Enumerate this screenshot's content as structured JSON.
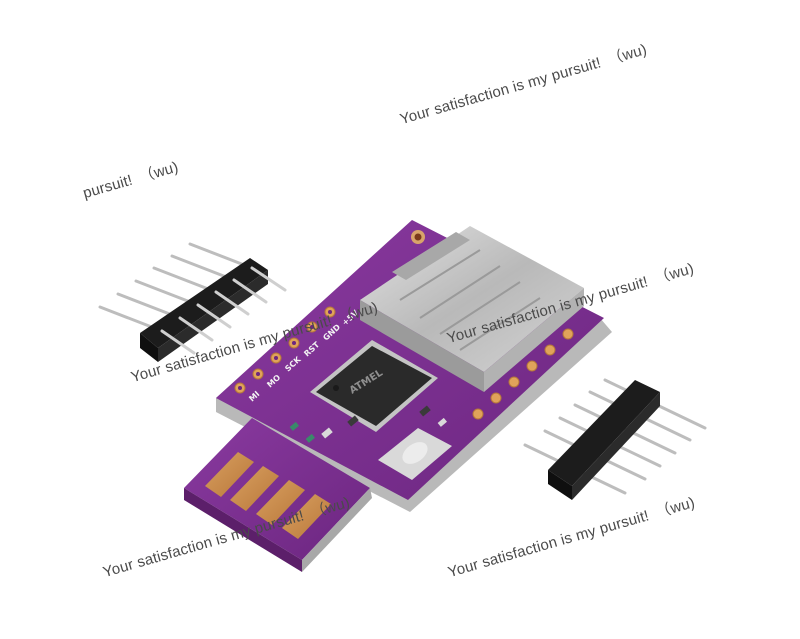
{
  "image": {
    "subject": "pcb-module-with-pin-headers",
    "colors": {
      "background": "#ffffff",
      "pcb": "#7a2f8c",
      "pcb_edge": "#5c1f6a",
      "gold": "#c98a4a",
      "header_plastic": "#1e1e1e",
      "pin_metal": "#c9c9c9",
      "sd_slot": "#c7c7c7",
      "chip": "#2a2a2a"
    }
  },
  "watermarks": [
    "Your satisfaction is my pursuit!　（wu)",
    "pursuit!　（wu)",
    "Your satisfaction is my pursuit!　（wu)",
    "Your satisfaction is my pursuit!　（wu)",
    "Your satisfaction is my pursuit!　（wu)",
    "Your satisfaction is my pursuit!　（wu)"
  ],
  "board": {
    "pin_labels": [
      "MI",
      "MO",
      "SCK",
      "RST",
      "GND",
      "+5V"
    ],
    "chip_text": "ATMEL"
  }
}
